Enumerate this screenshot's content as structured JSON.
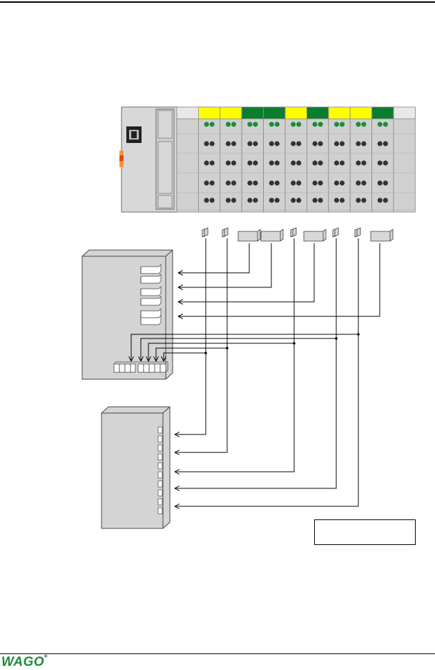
{
  "footer": {
    "logo_text": "WAGO"
  },
  "diagram": {
    "controller": {
      "name": "fieldbus-controller"
    },
    "io_modules": [
      {
        "color_name": "grey",
        "fill": "#e8e8e8",
        "leds": false
      },
      {
        "color_name": "yellow",
        "fill": "#ffff00",
        "leds": true
      },
      {
        "color_name": "yellow",
        "fill": "#ffff00",
        "leds": true
      },
      {
        "color_name": "green",
        "fill": "#0a7d2f",
        "leds": true
      },
      {
        "color_name": "green",
        "fill": "#0a7d2f",
        "leds": true
      },
      {
        "color_name": "yellow",
        "fill": "#ffff00",
        "leds": true
      },
      {
        "color_name": "green",
        "fill": "#0a7d2f",
        "leds": true
      },
      {
        "color_name": "yellow",
        "fill": "#ffff00",
        "leds": true
      },
      {
        "color_name": "yellow",
        "fill": "#ffff00",
        "leds": true
      },
      {
        "color_name": "green",
        "fill": "#0a7d2f",
        "leds": true
      },
      {
        "color_name": "grey",
        "fill": "#e8e8e8",
        "leds": false
      }
    ],
    "colors": {
      "module_body": "#d0d0d0",
      "led": "#1e8c3a",
      "contact": "#333333",
      "box": "#d4d4d4"
    }
  }
}
